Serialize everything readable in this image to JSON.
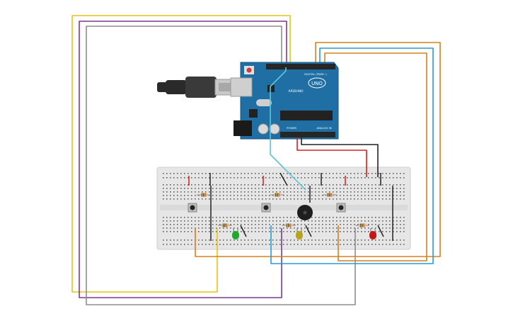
{
  "board": {
    "logo_text": "UNO",
    "brand_text": "ARDUINO",
    "digital_label": "DIGITAL (PWM~)",
    "power_label": "POWER",
    "analog_label": "ANALOG IN"
  },
  "colors": {
    "board": "#1f6fa4",
    "board_edge": "#155a86",
    "breadboard": "#e6e6e6",
    "breadboard_edge": "#cfcfcf",
    "hole": "#5f5f5f",
    "wire_yellow": "#e8c21a",
    "wire_purple": "#7a3b8f",
    "wire_gray": "#8e8e8e",
    "wire_orange": "#d7801d",
    "wire_blue": "#2b9bd1",
    "wire_cyan": "#5cc6d6",
    "wire_red": "#d22020",
    "wire_black": "#222222",
    "led_green": "#1fa82b",
    "led_yellow": "#b6a41c",
    "led_red": "#c21818",
    "resistor_body": "#d9b982",
    "usb_plug": "#2a2a2a"
  },
  "components": {
    "pushbuttons": 3,
    "resistors": 6,
    "leds": [
      "green",
      "yellow",
      "red"
    ],
    "buzzers": 1
  }
}
